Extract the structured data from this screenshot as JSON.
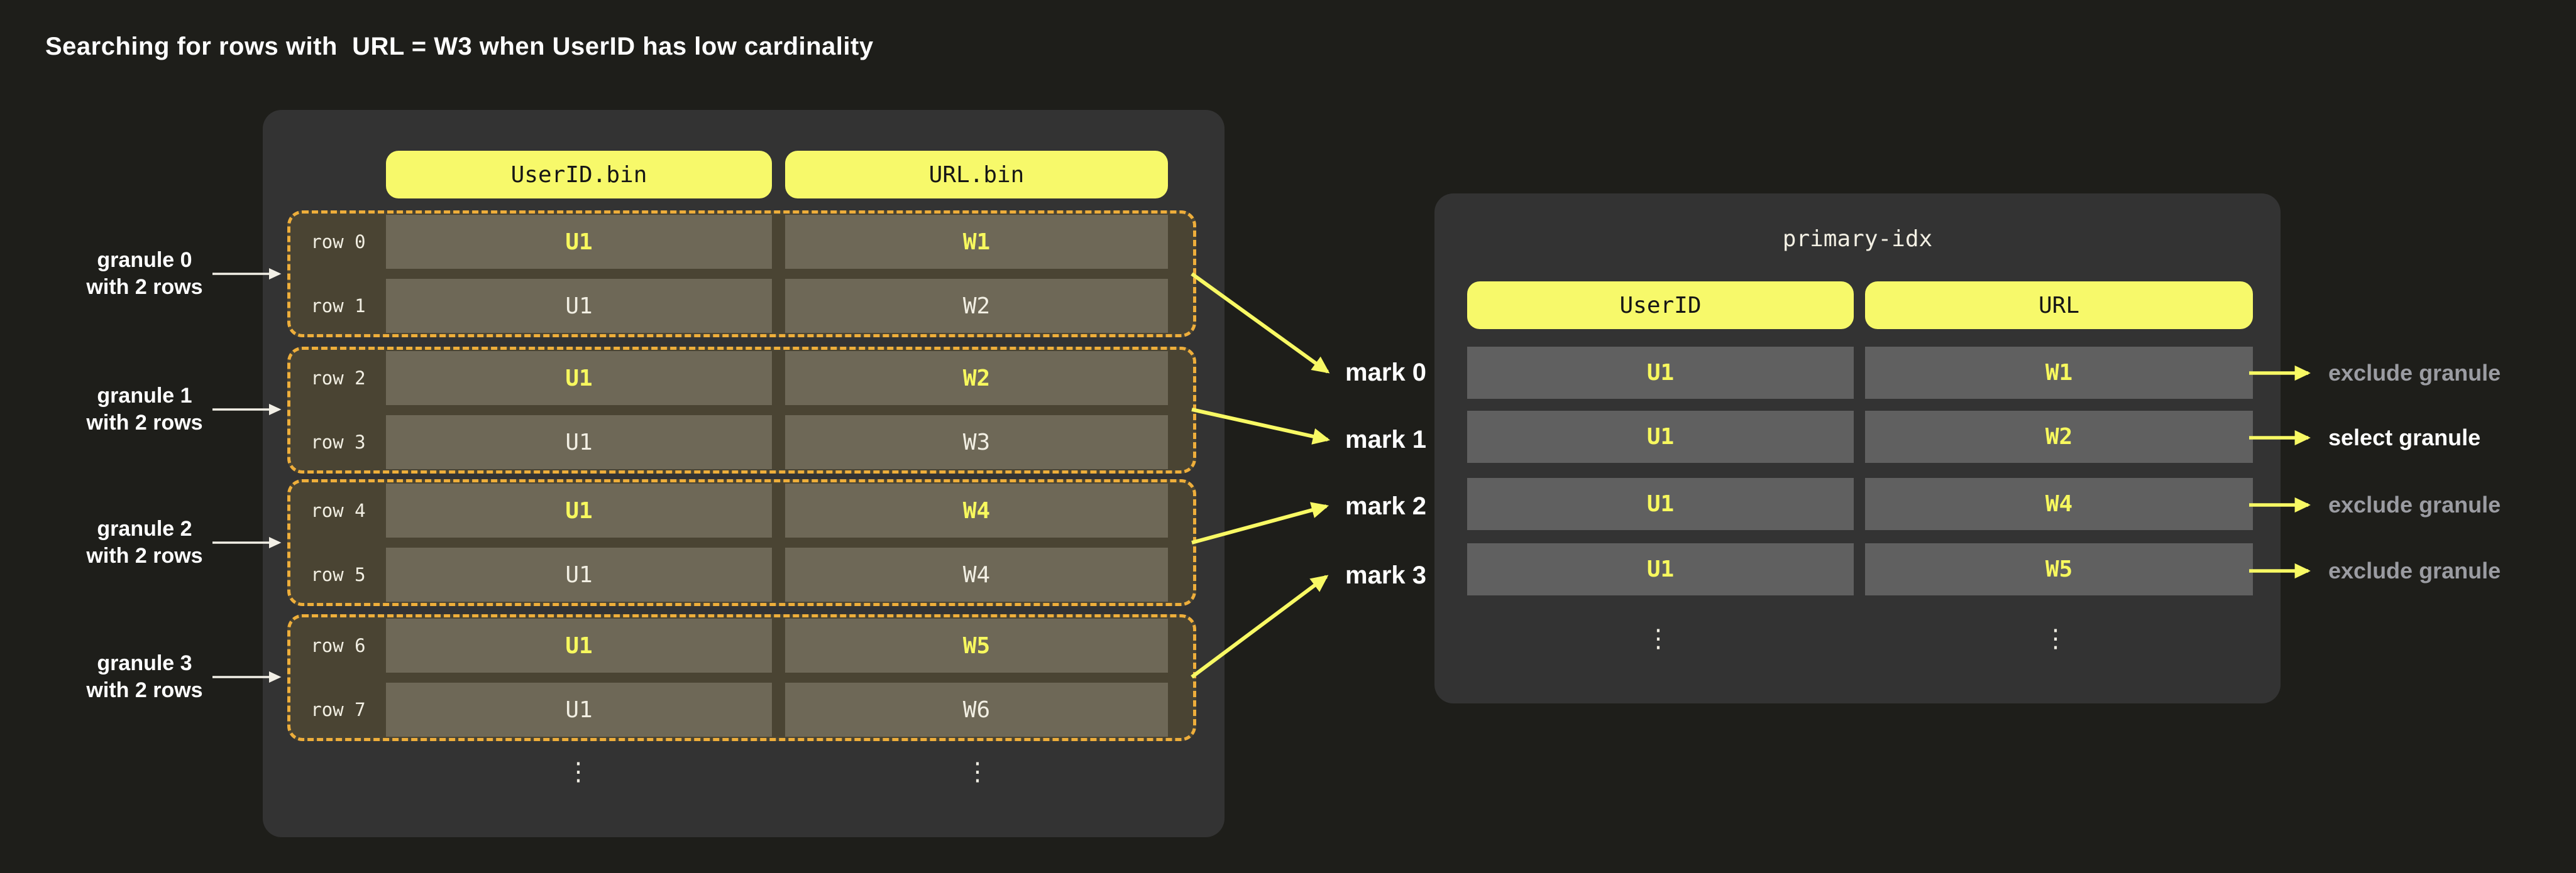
{
  "title": "Searching for rows with  URL = W3 when UserID has low cardinality",
  "left_panel": {
    "column_headers": [
      "UserID.bin",
      "URL.bin"
    ],
    "ellipsis": "⋮",
    "granules": [
      {
        "label_line1": "granule 0",
        "label_line2": "with 2 rows",
        "mark_label": "mark 0",
        "rows": [
          {
            "row_label": "row 0",
            "userid": "U1",
            "url": "W1"
          },
          {
            "row_label": "row 1",
            "userid": "U1",
            "url": "W2"
          }
        ]
      },
      {
        "label_line1": "granule 1",
        "label_line2": "with 2 rows",
        "mark_label": "mark 1",
        "rows": [
          {
            "row_label": "row 2",
            "userid": "U1",
            "url": "W2"
          },
          {
            "row_label": "row 3",
            "userid": "U1",
            "url": "W3"
          }
        ]
      },
      {
        "label_line1": "granule 2",
        "label_line2": "with 2 rows",
        "mark_label": "mark 2",
        "rows": [
          {
            "row_label": "row 4",
            "userid": "U1",
            "url": "W4"
          },
          {
            "row_label": "row 5",
            "userid": "U1",
            "url": "W4"
          }
        ]
      },
      {
        "label_line1": "granule 3",
        "label_line2": "with 2 rows",
        "mark_label": "mark 3",
        "rows": [
          {
            "row_label": "row 6",
            "userid": "U1",
            "url": "W5"
          },
          {
            "row_label": "row 7",
            "userid": "U1",
            "url": "W6"
          }
        ]
      }
    ]
  },
  "right_panel": {
    "title": "primary-idx",
    "column_headers": [
      "UserID",
      "URL"
    ],
    "ellipsis": "⋮",
    "rows": [
      {
        "userid": "U1",
        "url": "W1",
        "annotation": "exclude granule",
        "selected": false
      },
      {
        "userid": "U1",
        "url": "W2",
        "annotation": "select granule",
        "selected": true
      },
      {
        "userid": "U1",
        "url": "W4",
        "annotation": "exclude granule",
        "selected": false
      },
      {
        "userid": "U1",
        "url": "W5",
        "annotation": "exclude granule",
        "selected": false
      }
    ]
  },
  "colors": {
    "background": "#1e1e1a",
    "panel": "#333333",
    "header_pill": "#f7f96a",
    "granule_fill": "#4a4433",
    "granule_border": "#eeae3b",
    "cell_left": "#6e6857",
    "cell_right": "#606060",
    "value_yellow": "#f7f85e",
    "value_white": "#f2efe3",
    "arrow_yellow": "#f8f964",
    "arrow_white": "#f2efe6",
    "annotation_gray": "#9b9ca2",
    "text_white": "#ffffff"
  }
}
